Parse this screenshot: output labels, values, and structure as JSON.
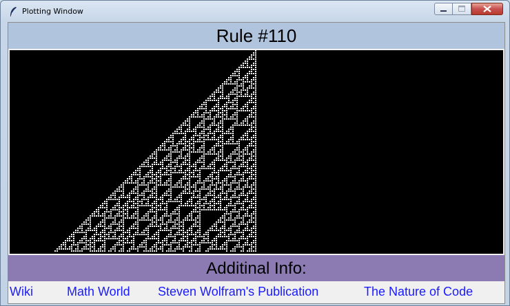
{
  "window": {
    "title": "Plotting Window",
    "app_icon": "feather-icon",
    "controls": [
      "minimize-icon",
      "maximize-icon",
      "close-icon"
    ]
  },
  "header": {
    "title": "Rule #110"
  },
  "automaton": {
    "rule": 110,
    "cell_color": "#ffffff",
    "background_color": "#000000"
  },
  "info": {
    "title": "Additinal Info:",
    "links": [
      "Wiki",
      "Math World",
      "Steven Wolfram's Publication",
      "The Nature of Code"
    ]
  },
  "colors": {
    "header_bg": "#b0c4de",
    "info_bg": "#8b7bb2",
    "link": "#1a1aff"
  }
}
